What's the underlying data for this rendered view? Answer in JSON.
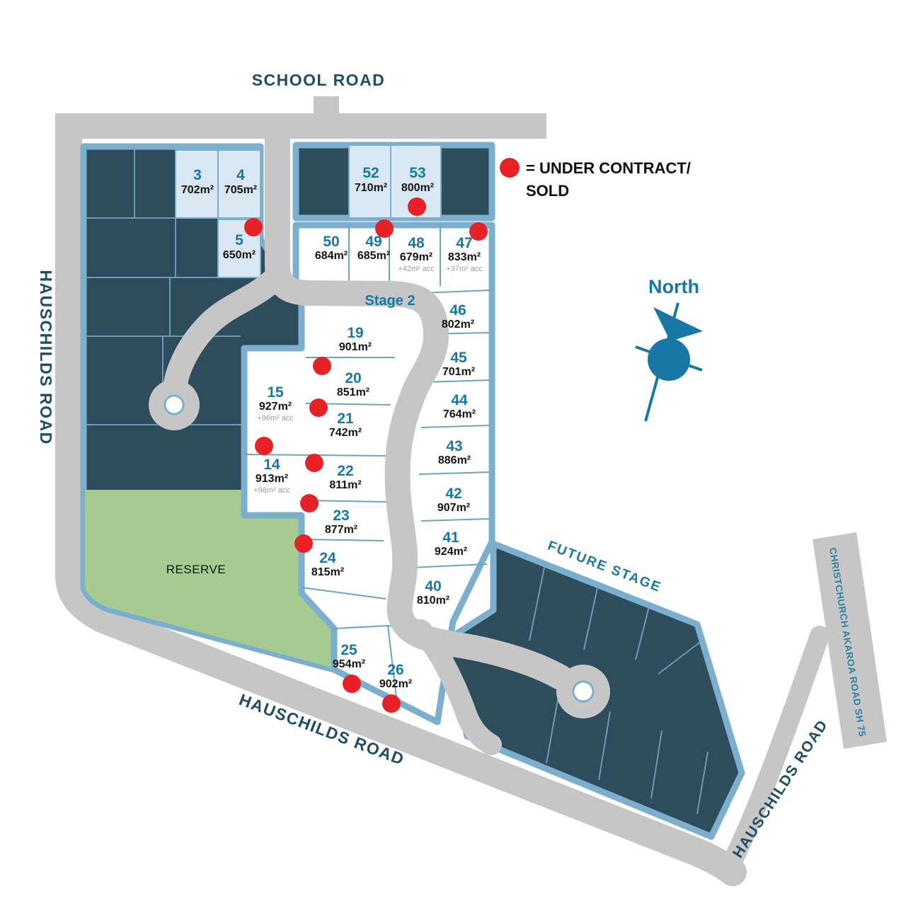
{
  "roads": {
    "school": "SCHOOL ROAD",
    "hauschilds_left": "HAUSCHILDS ROAD",
    "hauschilds_bottom": "HAUSCHILDS ROAD",
    "hauschilds_right": "HAUSCHILDS ROAD",
    "highway": "CHRISTCHURCH AKAROA ROAD SH 75"
  },
  "legend": {
    "line1": "= UNDER CONTRACT/",
    "line2": "SOLD"
  },
  "labels": {
    "north": "North",
    "stage2": "Stage 2",
    "future_stage": "FUTURE STAGE",
    "reserve": "RESERVE"
  },
  "lots": [
    {
      "number": "3",
      "area": "702m²",
      "sold": false
    },
    {
      "number": "4",
      "area": "705m²",
      "sold": false
    },
    {
      "number": "5",
      "area": "650m²",
      "sold": true
    },
    {
      "number": "52",
      "area": "710m²",
      "sold": false
    },
    {
      "number": "53",
      "area": "800m²",
      "sold": true
    },
    {
      "number": "50",
      "area": "684m²",
      "sold": false
    },
    {
      "number": "49",
      "area": "685m²",
      "sold": true
    },
    {
      "number": "48",
      "area": "679m²",
      "acc": "+42m² acc",
      "sold": false
    },
    {
      "number": "47",
      "area": "833m²",
      "acc": "+37m² acc",
      "sold": true
    },
    {
      "number": "19",
      "area": "901m²",
      "sold": false
    },
    {
      "number": "20",
      "area": "851m²",
      "sold": true
    },
    {
      "number": "21",
      "area": "742m²",
      "sold": true
    },
    {
      "number": "22",
      "area": "811m²",
      "sold": true
    },
    {
      "number": "23",
      "area": "877m²",
      "sold": true
    },
    {
      "number": "24",
      "area": "815m²",
      "sold": true
    },
    {
      "number": "25",
      "area": "954m²",
      "sold": true
    },
    {
      "number": "26",
      "area": "902m²",
      "sold": true
    },
    {
      "number": "15",
      "area": "927m²",
      "acc": "+96m² acc",
      "sold": false
    },
    {
      "number": "14",
      "area": "913m²",
      "acc": "+96m² acc",
      "sold": true
    },
    {
      "number": "46",
      "area": "802m²",
      "sold": false
    },
    {
      "number": "45",
      "area": "701m²",
      "sold": false
    },
    {
      "number": "44",
      "area": "764m²",
      "sold": false
    },
    {
      "number": "43",
      "area": "886m²",
      "sold": false
    },
    {
      "number": "42",
      "area": "907m²",
      "sold": false
    },
    {
      "number": "41",
      "area": "924m²",
      "sold": false
    },
    {
      "number": "40",
      "area": "810m²",
      "sold": false
    }
  ],
  "colors": {
    "dark_lot": "#2e4d5c",
    "pale_lot": "#d8e7f2",
    "reserve_green": "#a5cb90",
    "road_gray": "#c6c6c6",
    "border_blue": "#7cafcd",
    "thin_blue": "#6ba3c2",
    "lot_number_teal": "#1878a3",
    "road_label": "#1f4e63",
    "sold_red": "#e62227"
  }
}
